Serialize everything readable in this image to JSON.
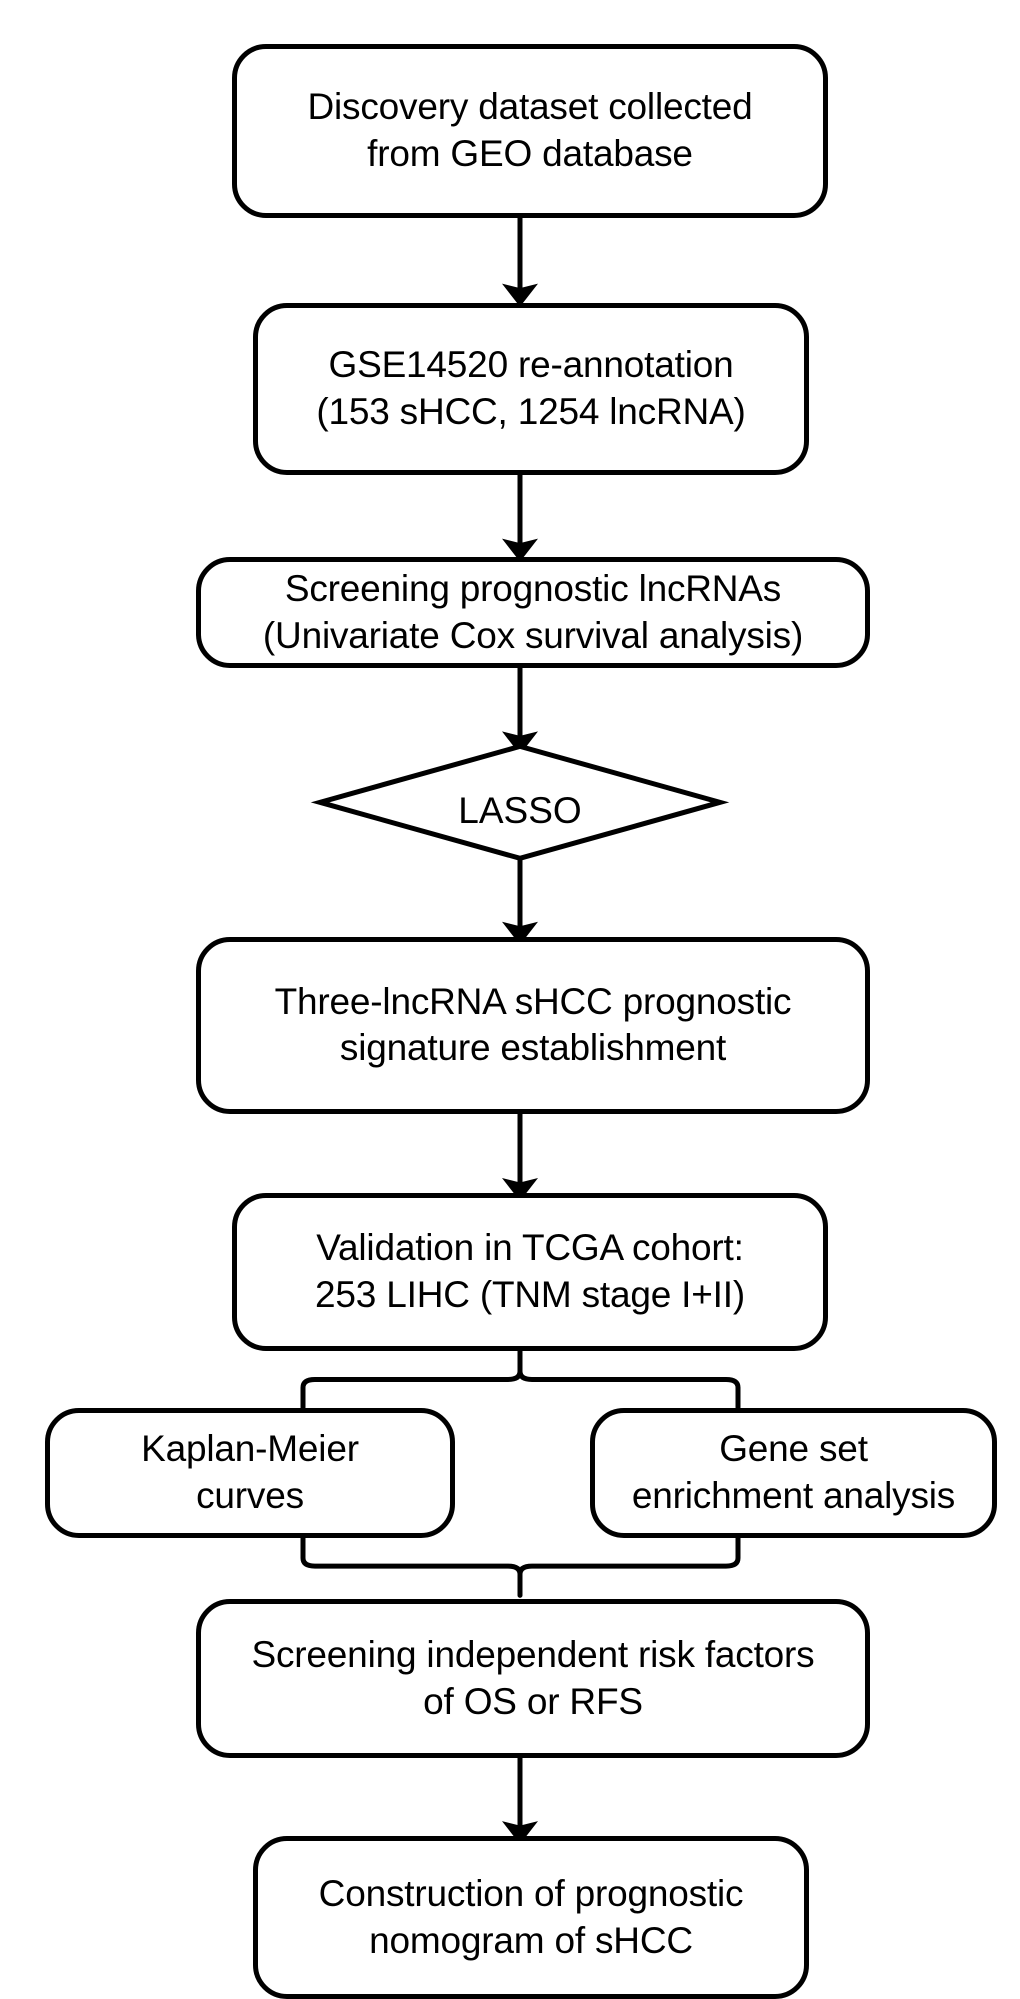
{
  "diagram": {
    "title": "sHCC prognostic lncRNA signature study workflow",
    "type": "flowchart",
    "orientation": "top-to-bottom",
    "background_color": "#ffffff",
    "stroke_color": "#000000",
    "text_color": "#000000",
    "nodes": [
      {
        "id": "discovery-dataset",
        "shape": "rounded-rectangle",
        "text": "Discovery dataset collected\nfrom GEO database",
        "line1": "Discovery dataset collected",
        "line2": "from GEO database"
      },
      {
        "id": "gse14520-reannotation",
        "shape": "rounded-rectangle",
        "text": "GSE14520 re-annotation\n(153 sHCC, 1254 lncRNA)",
        "line1": "GSE14520 re-annotation",
        "line2": "(153 sHCC, 1254 lncRNA)"
      },
      {
        "id": "screening-prognostic-lncrnas",
        "shape": "rounded-rectangle",
        "text": "Screening prognostic lncRNAs\n(Univariate Cox survival analysis)",
        "line1": "Screening prognostic lncRNAs",
        "line2": "(Univariate Cox survival analysis)"
      },
      {
        "id": "lasso",
        "shape": "diamond",
        "text": "LASSO"
      },
      {
        "id": "signature-establishment",
        "shape": "rounded-rectangle",
        "text": "Three-lncRNA sHCC prognostic\nsignature establishment",
        "line1": "Three-lncRNA sHCC prognostic",
        "line2": "signature establishment"
      },
      {
        "id": "tcga-validation",
        "shape": "rounded-rectangle",
        "text": "Validation in TCGA cohort:\n253 LIHC (TNM stage I+II)",
        "line1": "Validation in TCGA cohort:",
        "line2": "253 LIHC (TNM stage I+II)"
      },
      {
        "id": "kaplan-meier-curves",
        "shape": "rounded-rectangle",
        "text": "Kaplan-Meier\ncurves",
        "line1": "Kaplan-Meier",
        "line2": "curves"
      },
      {
        "id": "gene-set-enrichment-analysis",
        "shape": "rounded-rectangle",
        "text": "Gene set\nenrichment analysis",
        "line1": "Gene set",
        "line2": "enrichment analysis"
      },
      {
        "id": "screening-risk-factors",
        "shape": "rounded-rectangle",
        "text": "Screening independent risk factors\nof OS or RFS",
        "line1": "Screening independent risk factors",
        "line2": "of OS or RFS"
      },
      {
        "id": "nomogram-construction",
        "shape": "rounded-rectangle",
        "text": "Construction of prognostic\nnomogram of sHCC",
        "line1": "Construction of prognostic",
        "line2": "nomogram of sHCC"
      }
    ],
    "connectors": [
      {
        "id": "c1",
        "from": "discovery-dataset",
        "to": "gse14520-reannotation",
        "style": "arrow"
      },
      {
        "id": "c2",
        "from": "gse14520-reannotation",
        "to": "screening-prognostic-lncrnas",
        "style": "arrow"
      },
      {
        "id": "c3",
        "from": "screening-prognostic-lncrnas",
        "to": "lasso",
        "style": "arrow"
      },
      {
        "id": "c4",
        "from": "lasso",
        "to": "signature-establishment",
        "style": "arrow"
      },
      {
        "id": "c5",
        "from": "signature-establishment",
        "to": "tcga-validation",
        "style": "arrow"
      },
      {
        "id": "c6",
        "from": "tcga-validation",
        "to": "kaplan-meier-curves,gene-set-enrichment-analysis",
        "style": "brace-split"
      },
      {
        "id": "c7",
        "from": "kaplan-meier-curves,gene-set-enrichment-analysis",
        "to": "screening-risk-factors",
        "style": "brace-merge"
      },
      {
        "id": "c8",
        "from": "screening-risk-factors",
        "to": "nomogram-construction",
        "style": "arrow"
      }
    ]
  }
}
